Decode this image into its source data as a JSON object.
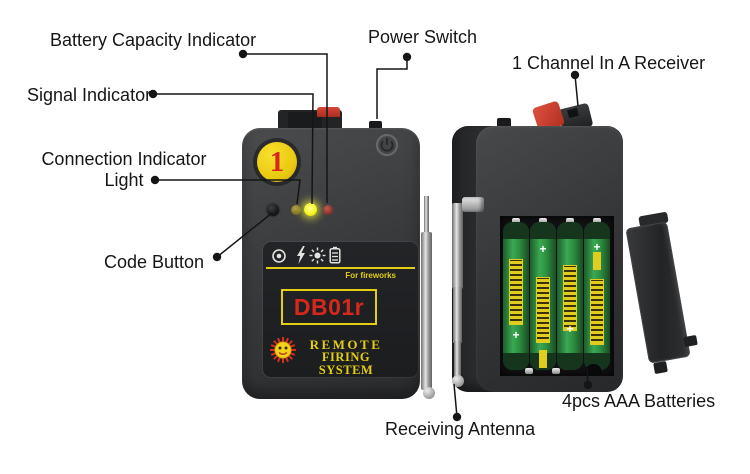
{
  "figure": {
    "description": "Annotated product diagram of a 1-channel remote firing system receiver: front view, open back view with batteries, and battery cover"
  },
  "labels": {
    "battery_capacity_indicator": "Battery Capacity Indicator",
    "power_switch": "Power Switch",
    "channel_receiver": "1 Channel In A Receiver",
    "signal_indicator": "Signal Indicator",
    "connection_indicator_line1": "Connection Indicator",
    "connection_indicator_line2": "Light",
    "code_button": "Code Button",
    "receiving_antenna": "Receiving Antenna",
    "batteries": "4pcs AAA Batteries"
  },
  "device_front": {
    "channel_badge": "1",
    "model": "DB01r",
    "brand_line1": "REMOTE",
    "brand_line2": "FIRING SYSTEM",
    "tagline": "For fireworks",
    "panel_icons": [
      "code-target-icon",
      "lightning-icon",
      "sun-icon",
      "battery-icon"
    ]
  },
  "indicator_leds": [
    {
      "name": "connection-led",
      "color": "#8f7f2c"
    },
    {
      "name": "signal-led",
      "color": "#f4f414"
    },
    {
      "name": "battery-led",
      "color": "#8e3a32"
    }
  ],
  "battery_markings": {
    "plus": "+"
  },
  "colors": {
    "background": "#ffffff",
    "device_body": "#38393b",
    "accent_yellow": "#e3ce14",
    "badge_yellow": "#e9c80f",
    "model_red": "#d6281c",
    "battery_green": "#2e9041",
    "clip_red": "#c23527",
    "annotation_text": "#161616"
  }
}
